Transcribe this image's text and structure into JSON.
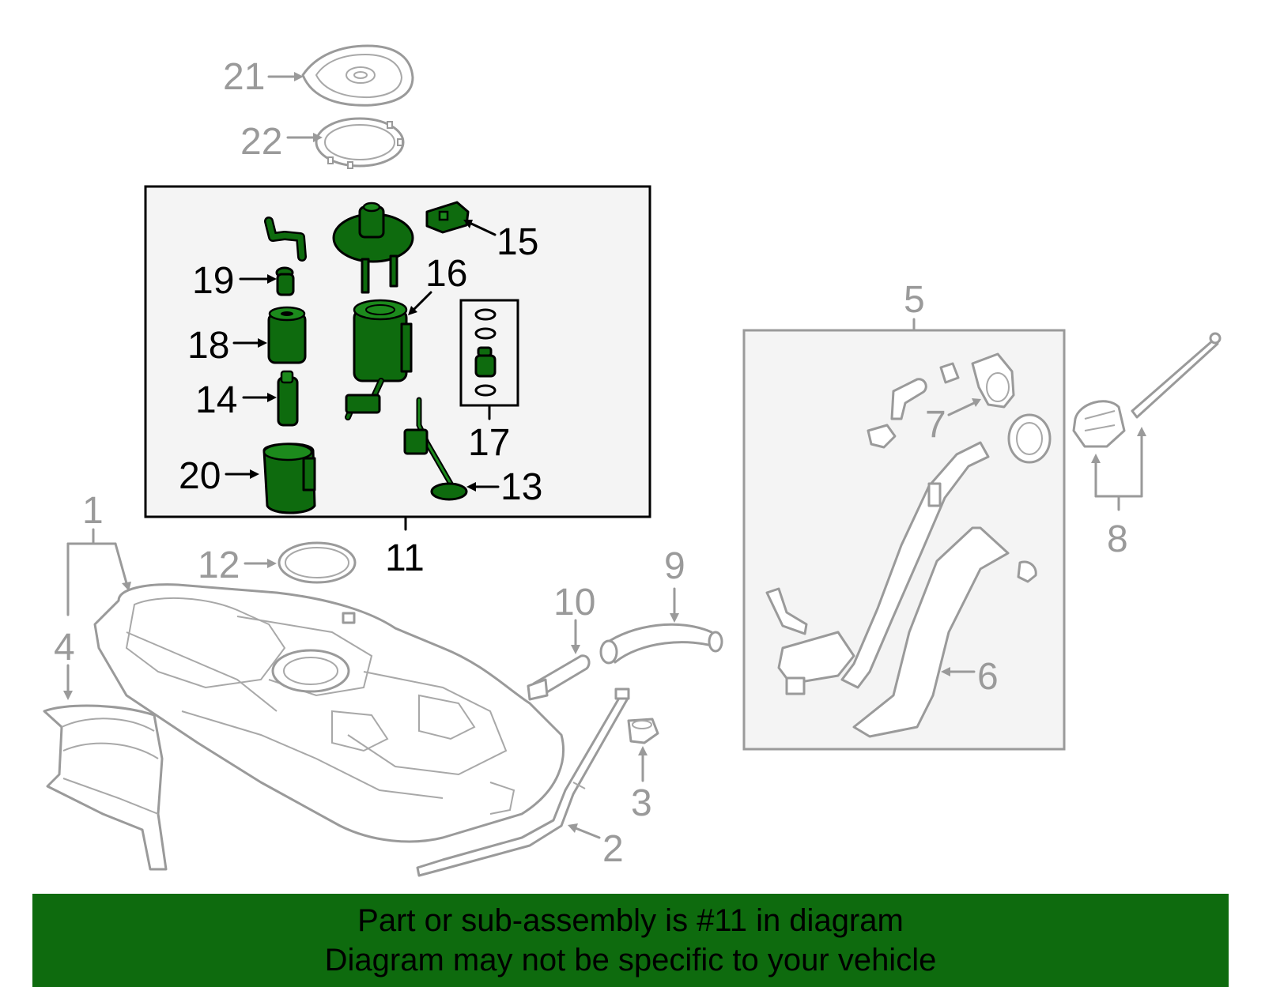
{
  "colors": {
    "highlight_green": "#0e6b0e",
    "outline_gray": "#9a9a9a",
    "box_fill": "#f4f4f4",
    "banner_background": "#0e6b0e",
    "banner_text": "#000000"
  },
  "callouts": {
    "c1": "1",
    "c2": "2",
    "c3": "3",
    "c4": "4",
    "c5": "5",
    "c6": "6",
    "c7": "7",
    "c8": "8",
    "c9": "9",
    "c10": "10",
    "c11": "11",
    "c12": "12",
    "c13": "13",
    "c14": "14",
    "c15": "15",
    "c16": "16",
    "c17": "17",
    "c18": "18",
    "c19": "19",
    "c20": "20",
    "c21": "21",
    "c22": "22"
  },
  "highlighted_assembly": "11",
  "banner": {
    "line1": "Part or sub-assembly is #11 in diagram",
    "line2": "Diagram may not be specific to your vehicle"
  }
}
